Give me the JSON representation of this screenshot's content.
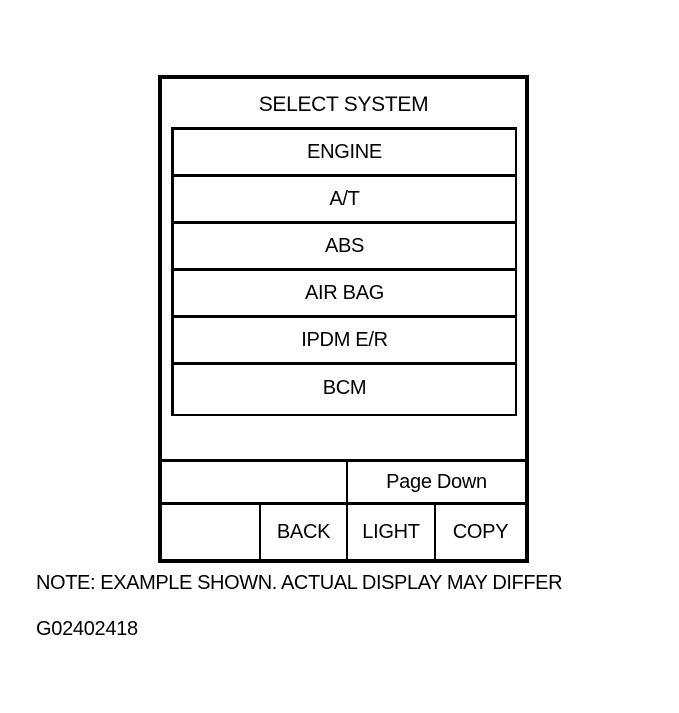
{
  "screen": {
    "title": "SELECT SYSTEM",
    "systems": [
      {
        "label": "ENGINE"
      },
      {
        "label": "A/T"
      },
      {
        "label": "ABS"
      },
      {
        "label": "AIR BAG"
      },
      {
        "label": "IPDM E/R"
      },
      {
        "label": "BCM"
      }
    ],
    "page_down_label": "Page Down",
    "softkeys": {
      "blank": "",
      "back": "BACK",
      "light": "LIGHT",
      "copy": "COPY"
    }
  },
  "caption": {
    "note": "NOTE: EXAMPLE SHOWN. ACTUAL DISPLAY MAY DIFFER",
    "figure_id": "G02402418"
  }
}
